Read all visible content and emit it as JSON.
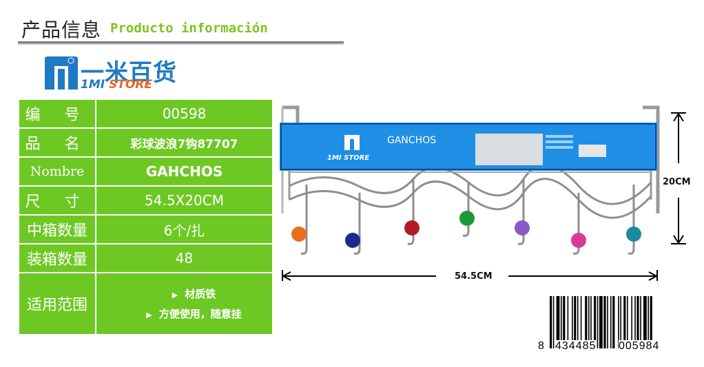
{
  "header": {
    "title_cn": "产品信息",
    "title_es": "Producto información"
  },
  "logo": {
    "name_cn": "一米百货",
    "name_en_a": "1MI",
    "name_en_b": "STORE"
  },
  "spec_table": [
    {
      "key": "编 号",
      "value": "00598"
    },
    {
      "key": "品 名",
      "value": "彩球波浪7钩87707"
    },
    {
      "key": "Nombre",
      "value": "GAHCHOS"
    },
    {
      "key": "尺 寸",
      "value": "54.5X20CM"
    },
    {
      "key": "中箱数量",
      "value": "6个/扎"
    },
    {
      "key": "装箱数量",
      "value": "48"
    },
    {
      "key": "适用范围",
      "bullets": [
        "材质铁",
        "方便使用，随意挂"
      ]
    }
  ],
  "product": {
    "label_title": "GANCHOS",
    "label_brand": "1MI STORE",
    "hook_colors": [
      "#e8701d",
      "#1d2a8c",
      "#b01a2a",
      "#1a9a3a",
      "#8a5ac8",
      "#d83a9a",
      "#1a8aa0"
    ]
  },
  "dimensions": {
    "height": "20CM",
    "width": "54.5CM"
  },
  "barcode": {
    "d1": "8",
    "d2": "434485",
    "d3": "005984"
  }
}
